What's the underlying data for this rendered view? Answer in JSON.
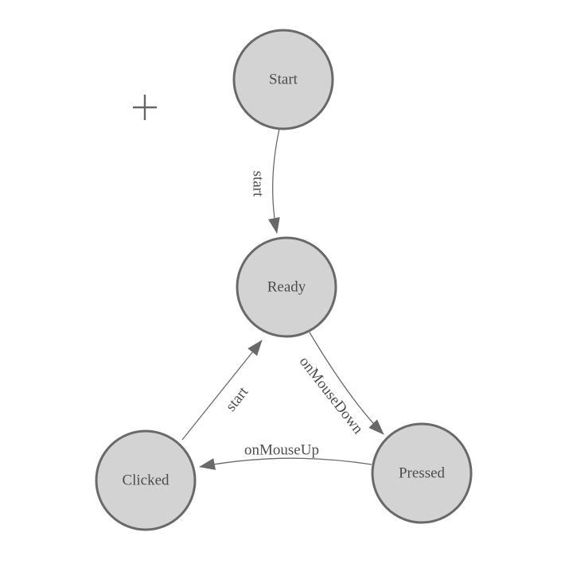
{
  "canvas": {
    "background": "#ffffff"
  },
  "toolbar": {
    "crosshair_icon": "plus"
  },
  "diagram": {
    "type": "state-machine",
    "nodes": [
      {
        "id": "start",
        "label": "Start"
      },
      {
        "id": "ready",
        "label": "Ready"
      },
      {
        "id": "clicked",
        "label": "Clicked"
      },
      {
        "id": "pressed",
        "label": "Pressed"
      }
    ],
    "edges": [
      {
        "from": "start",
        "to": "ready",
        "label": "start"
      },
      {
        "from": "ready",
        "to": "pressed",
        "label": "onMouseDown"
      },
      {
        "from": "pressed",
        "to": "clicked",
        "label": "onMouseUp"
      },
      {
        "from": "clicked",
        "to": "ready",
        "label": "start"
      }
    ],
    "colors": {
      "node_fill": "#d3d3d3",
      "node_stroke": "#696969",
      "edge_stroke": "#696969",
      "label_text": "#4d4d4d",
      "crosshair": "#666666"
    }
  }
}
